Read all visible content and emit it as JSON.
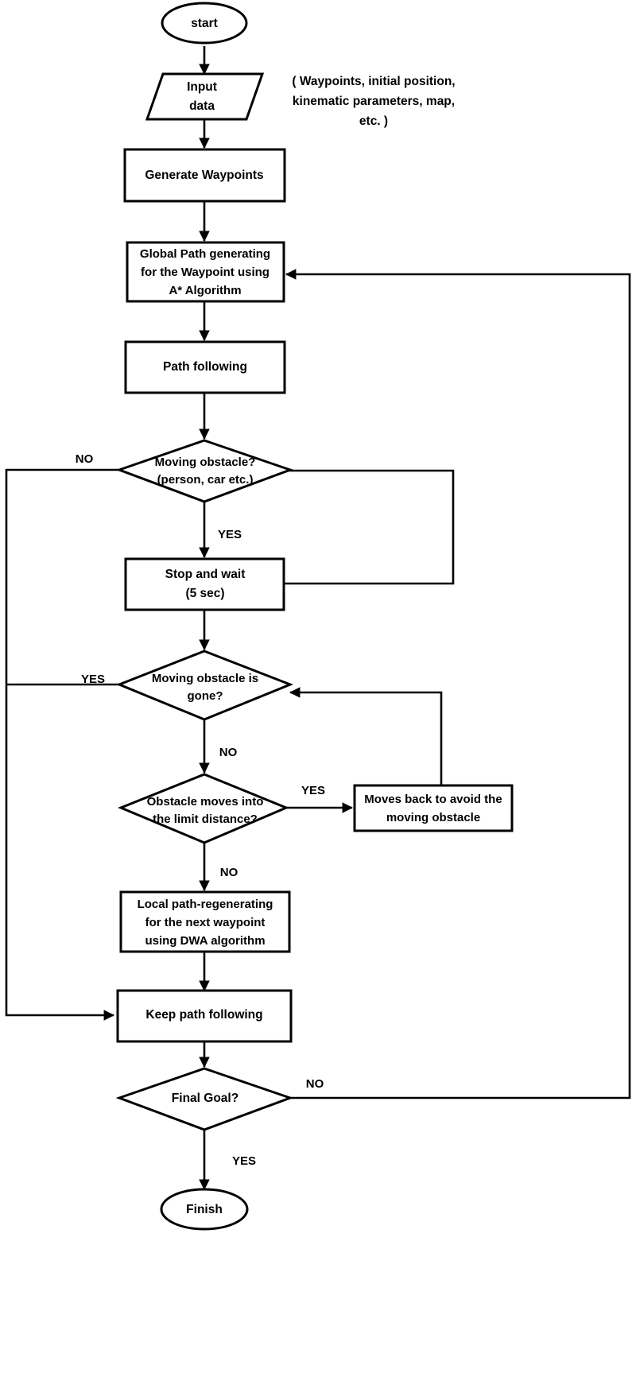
{
  "diagram": {
    "title": "Navigation algorithm flowchart",
    "background_color": "#ffffff",
    "line_color": "#000000",
    "text_color": "#000000"
  },
  "nodes": {
    "start": {
      "label": "start",
      "shape": "terminator"
    },
    "input_data": {
      "line1": "Input",
      "line2": "data",
      "shape": "parallelogram"
    },
    "generate_waypoints": {
      "label": "Generate Waypoints",
      "shape": "process"
    },
    "global_path": {
      "line1": "Global Path generating",
      "line2": "for the Waypoint using",
      "line3": "A* Algorithm",
      "shape": "process"
    },
    "path_following": {
      "label": "Path following",
      "shape": "process"
    },
    "moving_obstacle": {
      "line1": "Moving obstacle?",
      "line2": "(person, car etc.)",
      "shape": "decision"
    },
    "stop_and_wait": {
      "line1": "Stop and wait",
      "line2": "(5 sec)",
      "shape": "process"
    },
    "obstacle_gone": {
      "line1": "Moving obstacle is",
      "line2": "gone?",
      "shape": "decision"
    },
    "limit_distance": {
      "line1": "Obstacle moves into",
      "line2": "the limit distance?",
      "shape": "decision"
    },
    "moves_back": {
      "line1": "Moves back to avoid the",
      "line2": "moving obstacle",
      "shape": "process"
    },
    "local_path": {
      "line1": "Local path-regenerating",
      "line2": "for the next waypoint",
      "line3": "using DWA algorithm",
      "shape": "process"
    },
    "keep_path": {
      "label": "Keep path following",
      "shape": "process"
    },
    "final_goal": {
      "label": "Final Goal?",
      "shape": "decision"
    },
    "finish": {
      "label": "Finish",
      "shape": "terminator"
    }
  },
  "annotation": {
    "line1": "( Waypoints, initial position,",
    "line2": "kinematic parameters, map,",
    "line3": "etc. )"
  },
  "edge_labels": {
    "moving_obstacle_no": "NO",
    "moving_obstacle_yes": "YES",
    "obstacle_gone_yes": "YES",
    "obstacle_gone_no": "NO",
    "limit_distance_yes": "YES",
    "limit_distance_no": "NO",
    "final_goal_no": "NO",
    "final_goal_yes": "YES"
  }
}
